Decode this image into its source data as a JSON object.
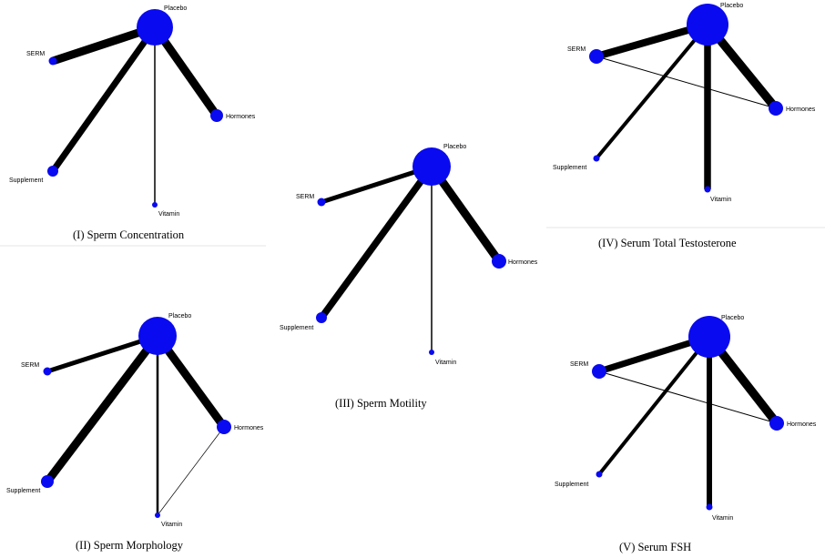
{
  "colors": {
    "node": "#0a0af0",
    "edge": "#000000",
    "separator": "#e6e6e6"
  },
  "networks": [
    {
      "id": "sperm-concentration",
      "caption": "(I) Sperm Concentration",
      "nodes": [
        {
          "id": "placebo",
          "label": "Placebo"
        },
        {
          "id": "serm",
          "label": "SERM"
        },
        {
          "id": "hormones",
          "label": "Hormones"
        },
        {
          "id": "supplement",
          "label": "Supplement"
        },
        {
          "id": "vitamin",
          "label": "Vitamin"
        }
      ],
      "edges": [
        {
          "from": "placebo",
          "to": "serm"
        },
        {
          "from": "placebo",
          "to": "hormones"
        },
        {
          "from": "placebo",
          "to": "supplement"
        },
        {
          "from": "placebo",
          "to": "vitamin"
        }
      ]
    },
    {
      "id": "sperm-morphology",
      "caption": "(II) Sperm Morphology",
      "nodes": [
        {
          "id": "placebo",
          "label": "Placebo"
        },
        {
          "id": "serm",
          "label": "SERM"
        },
        {
          "id": "hormones",
          "label": "Hormones"
        },
        {
          "id": "supplement",
          "label": "Supplement"
        },
        {
          "id": "vitamin",
          "label": "Vitamin"
        }
      ],
      "edges": [
        {
          "from": "placebo",
          "to": "serm"
        },
        {
          "from": "placebo",
          "to": "hormones"
        },
        {
          "from": "placebo",
          "to": "supplement"
        },
        {
          "from": "placebo",
          "to": "vitamin"
        },
        {
          "from": "hormones",
          "to": "vitamin"
        }
      ]
    },
    {
      "id": "sperm-motility",
      "caption": "(III) Sperm Motility",
      "nodes": [
        {
          "id": "placebo",
          "label": "Placebo"
        },
        {
          "id": "serm",
          "label": "SERM"
        },
        {
          "id": "hormones",
          "label": "Hormones"
        },
        {
          "id": "supplement",
          "label": "Supplement"
        },
        {
          "id": "vitamin",
          "label": "Vitamin"
        }
      ],
      "edges": [
        {
          "from": "placebo",
          "to": "serm"
        },
        {
          "from": "placebo",
          "to": "hormones"
        },
        {
          "from": "placebo",
          "to": "supplement"
        },
        {
          "from": "placebo",
          "to": "vitamin"
        }
      ]
    },
    {
      "id": "serum-total-testosterone",
      "caption": "(IV) Serum Total Testosterone",
      "nodes": [
        {
          "id": "placebo",
          "label": "Placebo"
        },
        {
          "id": "serm",
          "label": "SERM"
        },
        {
          "id": "hormones",
          "label": "Hormones"
        },
        {
          "id": "supplement",
          "label": "Supplement"
        },
        {
          "id": "vitamin",
          "label": "Vitamin"
        }
      ],
      "edges": [
        {
          "from": "placebo",
          "to": "serm"
        },
        {
          "from": "placebo",
          "to": "hormones"
        },
        {
          "from": "placebo",
          "to": "supplement"
        },
        {
          "from": "placebo",
          "to": "vitamin"
        },
        {
          "from": "serm",
          "to": "hormones"
        }
      ]
    },
    {
      "id": "serum-fsh",
      "caption": "(V) Serum FSH",
      "nodes": [
        {
          "id": "placebo",
          "label": "Placebo"
        },
        {
          "id": "serm",
          "label": "SERM"
        },
        {
          "id": "hormones",
          "label": "Hormones"
        },
        {
          "id": "supplement",
          "label": "Supplement"
        },
        {
          "id": "vitamin",
          "label": "Vitamin"
        }
      ],
      "edges": [
        {
          "from": "placebo",
          "to": "serm"
        },
        {
          "from": "placebo",
          "to": "hormones"
        },
        {
          "from": "placebo",
          "to": "supplement"
        },
        {
          "from": "placebo",
          "to": "vitamin"
        },
        {
          "from": "serm",
          "to": "hormones"
        }
      ]
    }
  ]
}
